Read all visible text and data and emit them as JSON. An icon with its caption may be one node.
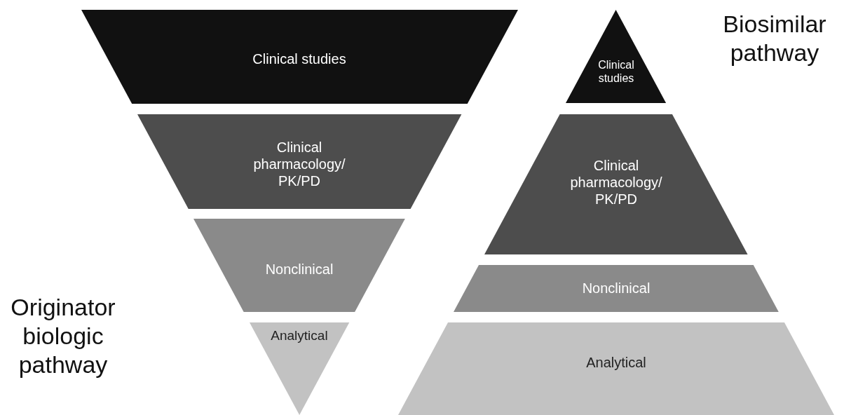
{
  "diagram": {
    "nodes": [
      {
        "text": [
          "Clinical studies"
        ]
      },
      {
        "text": [
          "Clinical pharmacology/ PK/PD"
        ]
      },
      {
        "text": [
          "Nonclinical"
        ]
      },
      {
        "text": [
          "Analytical"
        ]
      },
      {
        "text": [
          "Clinical studies"
        ]
      },
      {
        "text": [
          "Clinical pharmacology/ PK/PD"
        ]
      },
      {
        "text": [
          "Nonclinical"
        ]
      },
      {
        "text": [
          "Analytical"
        ]
      }
    ],
    "labels": [
      "Biosimilar pathway",
      "Originator biologic pathway"
    ]
  }
}
